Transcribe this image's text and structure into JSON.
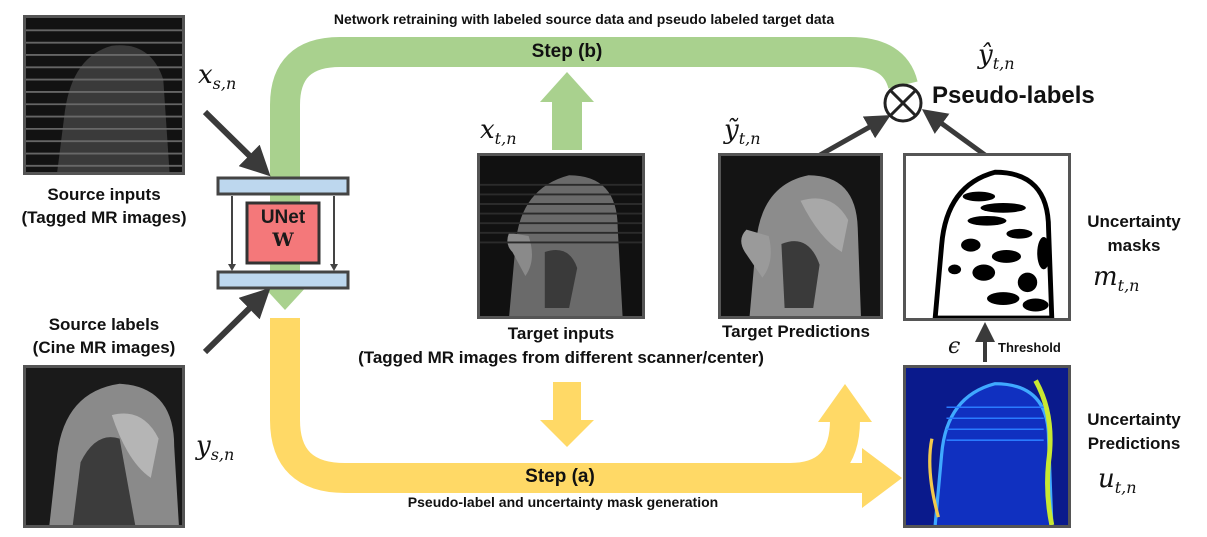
{
  "top_caption": "Network retraining with labeled source data and pseudo labeled target data",
  "step_b": "Step (b)",
  "step_a": "Step (a)",
  "bottom_caption": "Pseudo-label and uncertainty mask generation",
  "source_inputs": {
    "line1": "Source inputs",
    "line2": "(Tagged MR images)",
    "symbol": "x",
    "sub": "s,n"
  },
  "source_labels": {
    "line1": "Source labels",
    "line2": "(Cine MR images)",
    "symbol": "y",
    "sub": "s,n"
  },
  "unet": {
    "line1": "UNet",
    "line2": "W"
  },
  "target_inputs": {
    "line1": "Target inputs",
    "line2": "(Tagged MR images from different scanner/center)",
    "symbol": "x",
    "sub": "t,n"
  },
  "target_predictions": {
    "line1": "Target Predictions",
    "symbol": "ỹ",
    "sub": "t,n"
  },
  "pseudo_labels": {
    "title": "Pseudo-labels",
    "symbol": "ŷ",
    "sub": "t,n"
  },
  "uncertainty_masks": {
    "line1": "Uncertainty",
    "line2": "masks",
    "symbol": "m",
    "sub": "t,n"
  },
  "uncertainty_predictions": {
    "line1": "Uncertainty",
    "line2": "Predictions",
    "symbol": "u",
    "sub": "t,n"
  },
  "threshold": {
    "label": "Threshold",
    "symbol": "ϵ"
  },
  "colors": {
    "green_arrow": "#a9d18e",
    "yellow_arrow": "#ffd966",
    "unet_fill": "#f4787a",
    "bar_fill": "#bdd7ee",
    "frame": "#555555"
  }
}
